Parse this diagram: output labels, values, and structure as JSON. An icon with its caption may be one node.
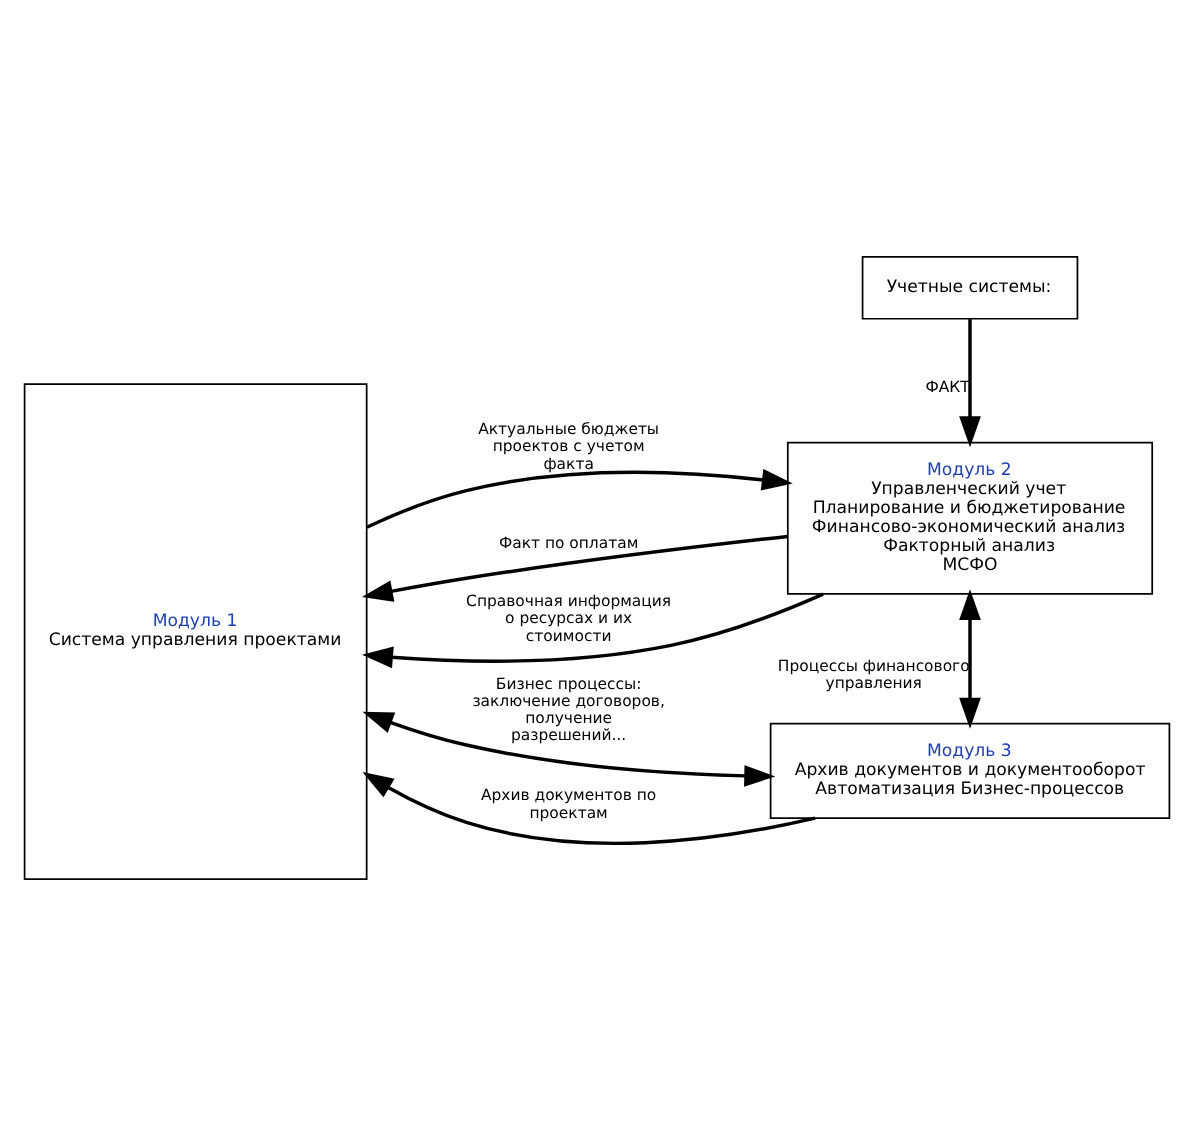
{
  "diagram": {
    "nodes": [
      {
        "text": [
          "Учетные системы:"
        ]
      },
      {
        "text": [
          "Модуль 1",
          "Система управления проектами"
        ]
      },
      {
        "text": [
          "Модуль 2",
          "Управленческий учет",
          "Планирование и бюджетирование",
          "Финансово-экономический анализ",
          "Факторный анализ",
          "МСФО"
        ]
      },
      {
        "text": [
          "Модуль 3",
          "Архив документов и документооборот",
          "Автоматизация Бизнес-процессов"
        ]
      }
    ],
    "edges": [
      {
        "from": 0,
        "to": 2,
        "arrow": "to",
        "label": "ФАКТ"
      },
      {
        "from": 1,
        "to": 2,
        "arrow": "to",
        "label": "Актуальные бюджеты проектов с учетом факта"
      },
      {
        "from": 2,
        "to": 1,
        "arrow": "to",
        "label": "Факт по оплатам"
      },
      {
        "from": 2,
        "to": 1,
        "arrow": "to",
        "label": "Справочная информация о ресурсах и их стоимости"
      },
      {
        "from": 2,
        "to": 3,
        "arrow": "both",
        "label": "Процессы финансового управления"
      },
      {
        "from": 1,
        "to": 3,
        "arrow": "both",
        "label": "Бизнес процессы: заключение договоров, получение разрешений..."
      },
      {
        "from": 3,
        "to": 1,
        "arrow": "to",
        "label": "Архив документов по проектам"
      }
    ]
  }
}
